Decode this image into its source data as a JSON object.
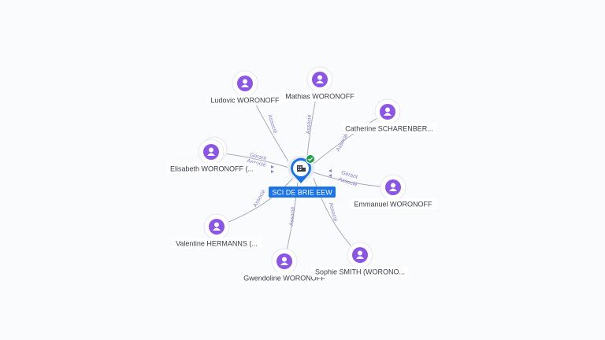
{
  "diagram": {
    "center": {
      "label": "SCI DE BRIE EEW",
      "icon": "building-icon",
      "badge_icon": "check-badge-icon",
      "colors": {
        "pin": "#1a73e8",
        "badge": "#1e9e4a"
      }
    },
    "people": [
      {
        "id": "ludovic",
        "name": "Ludovic WORONOFF",
        "roles": [
          "Associé"
        ],
        "stacked": false
      },
      {
        "id": "mathias",
        "name": "Mathias WORONOFF",
        "roles": [
          "Associé"
        ],
        "stacked": false
      },
      {
        "id": "catherine",
        "name": "Catherine SCHARENBER...",
        "roles": [
          "Associé"
        ],
        "stacked": false
      },
      {
        "id": "elisabeth",
        "name": "Elisabeth WORONOFF (...",
        "roles": [
          "Gérant",
          "Associé"
        ],
        "stacked": true
      },
      {
        "id": "emmanuel",
        "name": "Emmanuel WORONOFF",
        "roles": [
          "Gérant",
          "Associé"
        ],
        "stacked": false
      },
      {
        "id": "valentine",
        "name": "Valentine HERMANNS (...",
        "roles": [
          "Associé"
        ],
        "stacked": false
      },
      {
        "id": "gwendoline",
        "name": "Gwendoline WORONOFF",
        "roles": [
          "Associé"
        ],
        "stacked": false
      },
      {
        "id": "sophie",
        "name": "Sophie SMITH (WORONO...",
        "roles": [
          "Associé"
        ],
        "stacked": false
      }
    ],
    "colors": {
      "person": "#8b55e8",
      "edge": "#a9acb8",
      "edge_label": "#8a7fd0"
    }
  }
}
